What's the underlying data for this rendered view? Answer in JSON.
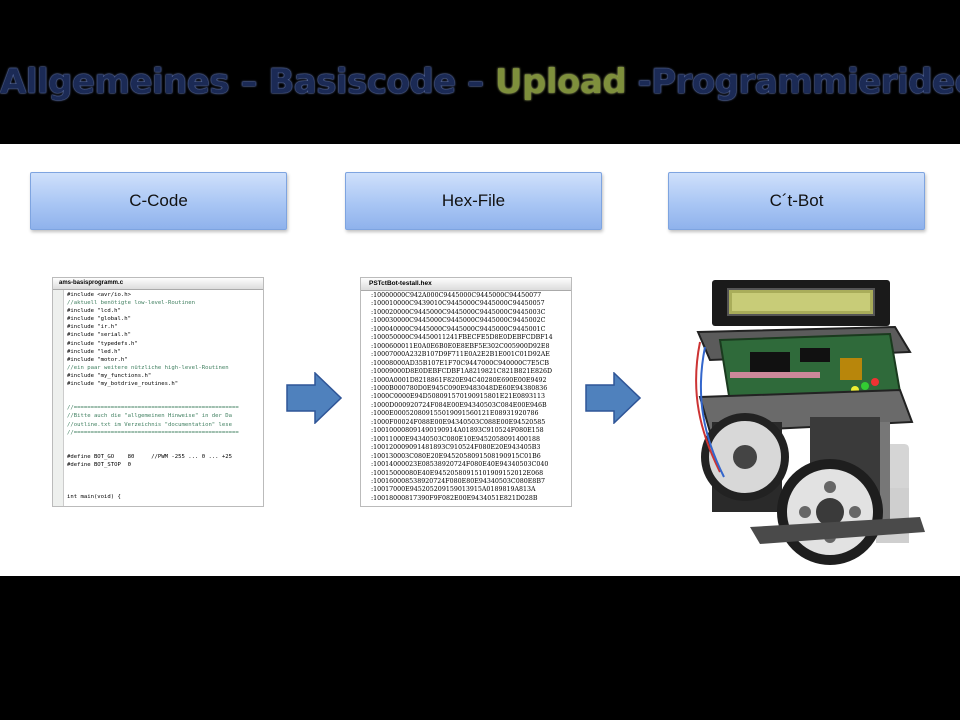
{
  "slide": {
    "title_parts": [
      "Allgemeines – Basiscode – ",
      "Upload",
      " -Programmierideen"
    ]
  },
  "steps": [
    {
      "label": "C-Code"
    },
    {
      "label": "Hex-File"
    },
    {
      "label": "C´t-Bot"
    }
  ],
  "code_window": {
    "tab": "ams-basisprogramm.c",
    "lines": [
      "#include <avr/io.h>",
      "//aktuell benötigte low-level-Routinen",
      "#include \"lcd.h\"",
      "#include \"global.h\"",
      "#include \"ir.h\"",
      "#include \"serial.h\"",
      "#include \"typedefs.h\"",
      "#include \"led.h\"",
      "#include \"motor.h\"",
      "//ein paar weitere nützliche high-level-Routinen",
      "#include \"my_functions.h\"",
      "#include \"my_botdrive_routines.h\"",
      "",
      "",
      "//=================================================",
      "//Bitte auch die \"allgemeinen Hinweise\" in der Da",
      "//outline.txt im Verzeichnis \"documentation\" lese",
      "//=================================================",
      "",
      "",
      "#define BOT_GO    80     //PWM -255 ... 0 ... +25",
      "#define BOT_STOP  0",
      "",
      "",
      "",
      "int main(void) {"
    ]
  },
  "hex_window": {
    "tab": "PSTctBot-testall.hex",
    "lines": [
      ":10000000C942A000C9445000C9445000C94450077",
      ":100010000C9439010C9445000C9445000C94450057",
      ":100020000C9445000C9445000C9445000C9445003C",
      ":100030000C9445000C9445000C9445000C9445002C",
      ":100040000C9445000C9445000C9445000C9445001C",
      ":100050000C94450011241FBECFE5D8E0DEBFCDBF14",
      ":1000600011E0A0E6B0E0E8EBF5E302C005900D92E8",
      ":10007000A232B107D9F711E0A2E2B1E001C01D92AE",
      ":10008000AD35B107E1F70C9447000C940000C7E5CB",
      ":10009000D8E0DEBFCDBF1A8219821C821B821E826D",
      ":1000A0001D8218861F820E94C40280E690E00E9492",
      ":1000B000780D0E945C090E9483048DE60E94380836",
      ":1000C0000E94D508091570190915801E21E0893113",
      ":1000D000920724F084E00E94340503C084E00E946B",
      ":1000E000520809155019091560121E08931920786",
      ":1000F00024F088E00E94340503C088E00E94520585",
      ":100100008091490190914A01893C910524F080E158",
      ":10011000E94340503C080E10E9452058091400188",
      ":100120009091481893C910524F080E20E943405B3",
      ":100130003C080E20E9452058091508190915C01B6",
      ":10014000023E08538920724F080E40E94340503C040",
      ":10015000080E40E94520580915101909152012E068",
      ":100160008538920724F080E80E94340503C080E8B7",
      ":10017000E945205209159013915A0189819A813A",
      ":10018000817390F9F082E00E9434051E821D028B"
    ]
  },
  "colors": {
    "title": "#1b2a55",
    "title_highlight": "#7e8f3c",
    "box_fill": "#a9c6f4",
    "arrow_fill": "#4f81bd"
  }
}
